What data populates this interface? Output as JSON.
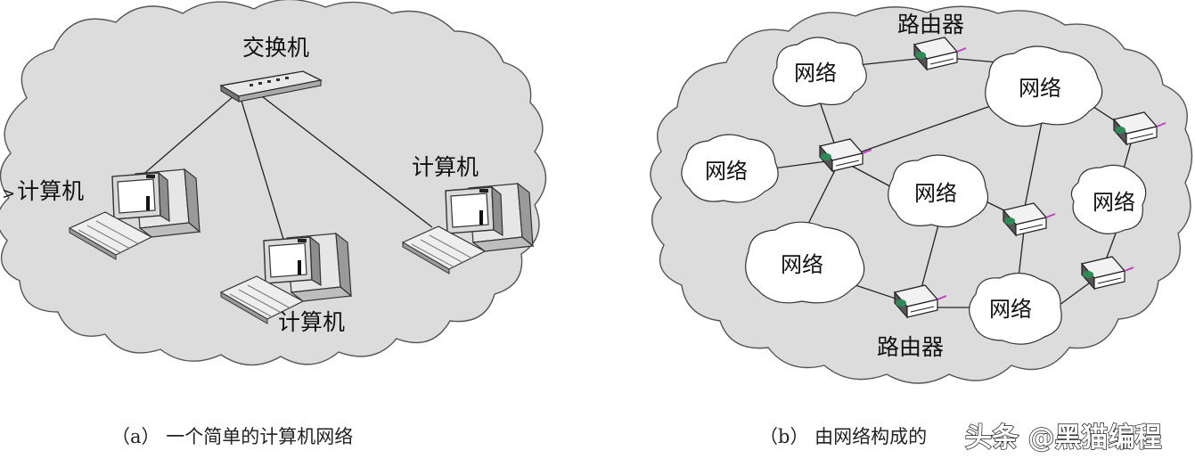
{
  "diagram_a": {
    "switch_label": "交换机",
    "computer_left_label": "计算机",
    "computer_right_label": "计算机",
    "computer_bottom_label": "计算机",
    "caption": "（a） 一个简单的计算机网络"
  },
  "diagram_b": {
    "router_top_label": "路由器",
    "router_bottom_label": "路由器",
    "network_label": "网络",
    "caption": "（b） 由网络构成的"
  },
  "watermark": "头条 @黑猫编程",
  "colors": {
    "cloud_fill": "#dcdcdc",
    "cloud_stroke": "#555555",
    "network_fill": "#ffffff",
    "router_accent": "#c040c0",
    "router_green": "#2e8b57"
  }
}
